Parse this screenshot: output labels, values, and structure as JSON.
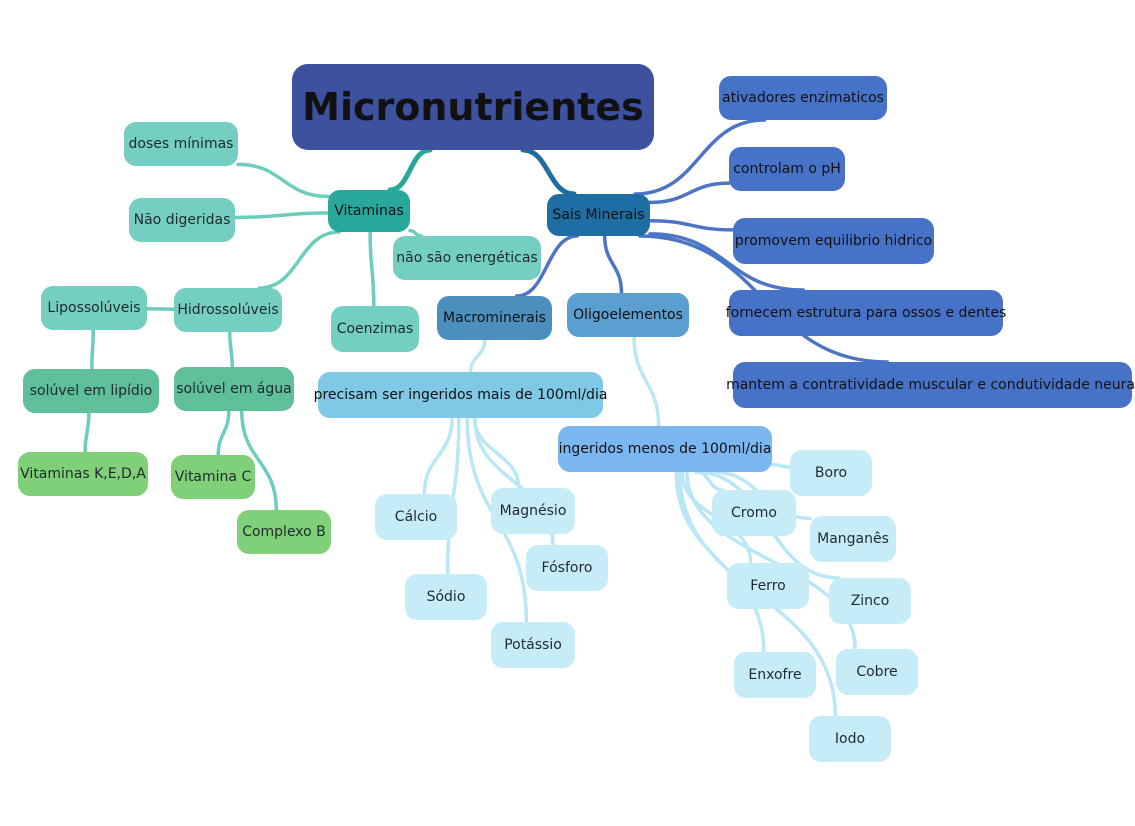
{
  "colors": {
    "root": "#3d519f",
    "vitaminas_branch": "#2aa79b",
    "vitaminas_link": "#6ccdbf",
    "sais_branch": "#1f6ea3",
    "sais_link": "#4c74c4",
    "leaf_link": "#b9e7f5"
  },
  "nodes": {
    "root": "Micronutrientes",
    "vitaminas": "Vitaminas",
    "doses_minimas": "doses mínimas",
    "nao_digeridas": "Não digeridas",
    "lipossoluveis": "Lipossolúveis",
    "hidrossoluveis": "Hidrossolúveis",
    "soluvel_lipidio": "solúvel em lipídio",
    "soluvel_agua": "solúvel em água",
    "vitaminas_keda": "Vitaminas K,E,D,A",
    "vitamina_c": "Vitamina C",
    "complexo_b": "Complexo B",
    "nao_energeticas": "não são energéticas",
    "coenzimas": "Coenzimas",
    "sais_minerais": "Sais Minerais",
    "ativadores": "ativadores enzimaticos",
    "ph": "controlam o pH",
    "equilibrio": "promovem equilibrio hidrico",
    "estrutura": "fornecem estrutura para ossos e dentes",
    "contratividade": "mantem a contratividade muscular e condutividade neural",
    "macrominerais": "Macrominerais",
    "oligoelementos": "Oligoelementos",
    "mais_100": "precisam ser ingeridos mais de 100ml/dia",
    "menos_100": "ingeridos menos de 100ml/dia",
    "calcio": "Cálcio",
    "magnesio": "Magnésio",
    "fosforo": "Fósforo",
    "sodio": "Sódio",
    "potassio": "Potássio",
    "boro": "Boro",
    "cromo": "Cromo",
    "manganes": "Manganês",
    "ferro": "Ferro",
    "zinco": "Zinco",
    "enxofre": "Enxofre",
    "cobre": "Cobre",
    "iodo": "Iodo"
  },
  "edges": [
    [
      "root",
      "vitaminas",
      "vitaminas_branch"
    ],
    [
      "root",
      "sais_minerais",
      "sais_branch"
    ],
    [
      "vitaminas",
      "doses_minimas",
      "vitaminas_link"
    ],
    [
      "vitaminas",
      "nao_digeridas",
      "vitaminas_link"
    ],
    [
      "vitaminas",
      "hidrossoluveis",
      "vitaminas_link"
    ],
    [
      "vitaminas",
      "nao_energeticas",
      "vitaminas_link"
    ],
    [
      "vitaminas",
      "coenzimas",
      "vitaminas_link"
    ],
    [
      "hidrossoluveis",
      "lipossoluveis",
      "vitaminas_link"
    ],
    [
      "lipossoluveis",
      "soluvel_lipidio",
      "vitaminas_link"
    ],
    [
      "soluvel_lipidio",
      "vitaminas_keda",
      "vitaminas_link"
    ],
    [
      "hidrossoluveis",
      "soluvel_agua",
      "vitaminas_link"
    ],
    [
      "soluvel_agua",
      "vitamina_c",
      "vitaminas_link"
    ],
    [
      "soluvel_agua",
      "complexo_b",
      "vitaminas_link"
    ],
    [
      "sais_minerais",
      "ativadores",
      "sais_link"
    ],
    [
      "sais_minerais",
      "ph",
      "sais_link"
    ],
    [
      "sais_minerais",
      "equilibrio",
      "sais_link"
    ],
    [
      "sais_minerais",
      "estrutura",
      "sais_link"
    ],
    [
      "sais_minerais",
      "contratividade",
      "sais_link"
    ],
    [
      "sais_minerais",
      "macrominerais",
      "sais_link"
    ],
    [
      "sais_minerais",
      "oligoelementos",
      "sais_link"
    ],
    [
      "macrominerais",
      "mais_100",
      "leaf_link"
    ],
    [
      "mais_100",
      "calcio",
      "leaf_link"
    ],
    [
      "mais_100",
      "magnesio",
      "leaf_link"
    ],
    [
      "mais_100",
      "fosforo",
      "leaf_link"
    ],
    [
      "mais_100",
      "sodio",
      "leaf_link"
    ],
    [
      "mais_100",
      "potassio",
      "leaf_link"
    ],
    [
      "oligoelementos",
      "menos_100",
      "leaf_link"
    ],
    [
      "menos_100",
      "boro",
      "leaf_link"
    ],
    [
      "menos_100",
      "cromo",
      "leaf_link"
    ],
    [
      "menos_100",
      "manganes",
      "leaf_link"
    ],
    [
      "menos_100",
      "ferro",
      "leaf_link"
    ],
    [
      "menos_100",
      "zinco",
      "leaf_link"
    ],
    [
      "menos_100",
      "enxofre",
      "leaf_link"
    ],
    [
      "menos_100",
      "cobre",
      "leaf_link"
    ],
    [
      "menos_100",
      "iodo",
      "leaf_link"
    ]
  ]
}
